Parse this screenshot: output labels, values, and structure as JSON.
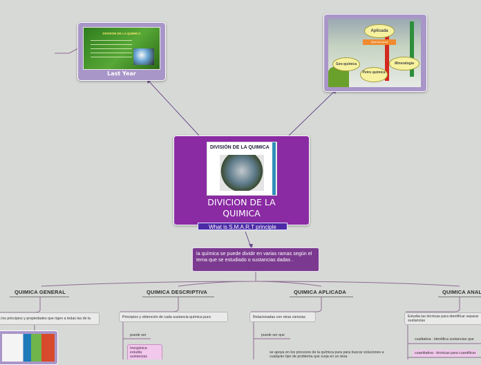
{
  "colors": {
    "canvas": "#d7d9d6",
    "central_topic": "#8a2ba3",
    "image_card": "#a996c8",
    "connector": "#6a4a8c",
    "branch_line": "#8c6a92"
  },
  "central": {
    "title": "DIVICION DE LA QUIMICA",
    "image_caption": "DIVISIÓN DE LA QUIMICA",
    "hidden_label": "What is S.M.A.R.T principle"
  },
  "last_year_card": {
    "title": "Last Year",
    "slide_heading": "DIVISION DE LA QUIMICA"
  },
  "diagram_card": {
    "center_label": "Aplicada",
    "sub_label": "Química pura",
    "bubbles": [
      "Geo-química",
      "Mineralogía",
      "Petro química"
    ]
  },
  "intro": {
    "text": "la química se puede dividir en varias ramas según el tema que se estudiado o sustancias dadas ."
  },
  "branches": [
    {
      "title": "QUIMICA GENERAL",
      "detail": "Estudia los principios y propiedades que rigen a todas las de la"
    },
    {
      "title": "QUIMICA DESCRIPTIVA",
      "detail": "Principios y obtención de cada sustancia química pura",
      "sub_label": "puede ser",
      "sub_item": "Inorgánica estudia sustancias"
    },
    {
      "title": "QUIMICA APLICADA",
      "detail": "Relacionadas con otras ciencias",
      "sub_label": "puede ser que",
      "sub_item": "se apoya en los procesos de la química pura para buscar soluciones a cualquier tipo de problema que surja en un área"
    },
    {
      "title": "QUIMICA ANALITICA",
      "detail": "Estudia las técnicas para identificar separar sustancias",
      "sub_items": [
        "cualitativa : identifica sustancias que",
        "cuantitativa : técnicas para cuantificar"
      ]
    }
  ]
}
